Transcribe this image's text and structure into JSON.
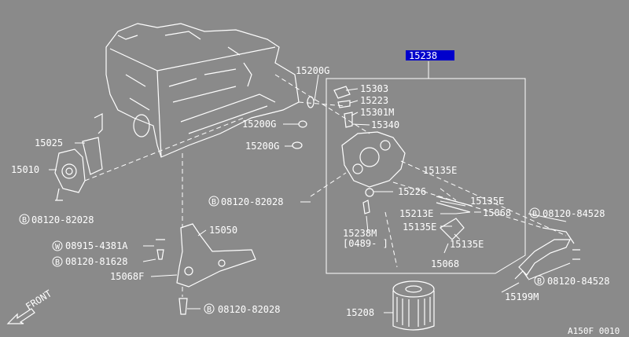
{
  "title_part": "15238",
  "labels": {
    "p15200G_top": "15200G",
    "p15303": "15303",
    "p15223": "15223",
    "p15301M": "15301M",
    "p15340": "15340",
    "p15200G_mid": "15200G",
    "p15200G_low": "15200G",
    "p15025": "15025",
    "p15010": "15010",
    "b08120_82028_left": "08120-82028",
    "p15135E_a": "15135E",
    "p15226": "15226",
    "b08120_82028_mid": "08120-82028",
    "p15135E_b": "15135E",
    "p15213E": "15213E",
    "p15068_r": "15068",
    "b08120_84528_top": "08120-84528",
    "p15135E_c": "15135E",
    "p15238M": "15238M",
    "p15238M_range": "[0489-  ]",
    "p15135E_d": "15135E",
    "p15050": "15050",
    "w08915_4381A": "08915-4381A",
    "b08120_81628": "08120-81628",
    "p15068F": "15068F",
    "p15068_b": "15068",
    "b08120_84528_bot": "08120-84528",
    "p15199M": "15199M",
    "b08120_82028_bot": "08120-82028",
    "p15208": "15208",
    "front": "FRONT",
    "figure_code": "A150F 0010"
  },
  "badges": {
    "b": "B",
    "w": "W"
  }
}
